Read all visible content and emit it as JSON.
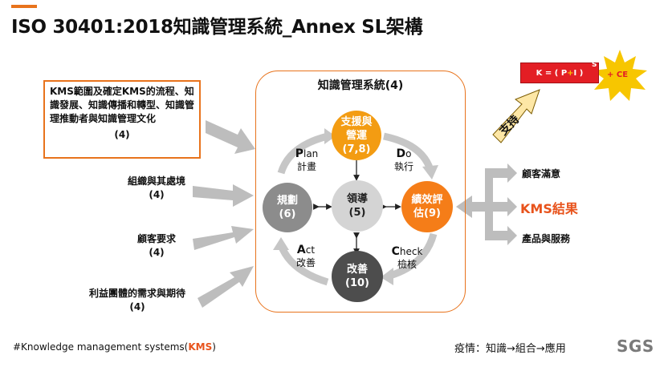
{
  "title": "ISO 30401:2018知識管理系統_Annex SL架構",
  "inputs": {
    "box_text": "KMS範圍及確定KMS的流程、知識發展、知識傳播和轉型、知識管理推動者與知識管理文化",
    "box_num": "(4)",
    "items": [
      {
        "label": "組織與其處境",
        "num": "(4)"
      },
      {
        "label": "顧客要求",
        "num": "(4)"
      },
      {
        "label": "利益團體的需求與期待",
        "num": "(4)"
      }
    ]
  },
  "system": {
    "title": "知識管理系統(4)",
    "support": {
      "line1": "支援與",
      "line2": "營運",
      "num": "(7,8)"
    },
    "planning": {
      "label": "規劃",
      "num": "(6)"
    },
    "leadership": {
      "label": "領導",
      "num": "(5)"
    },
    "evaluation": {
      "line1": "績效評",
      "line2": "估(9)"
    },
    "improvement": {
      "label": "改善",
      "num": "(10)"
    },
    "pdca": {
      "plan_initial": "P",
      "plan_rest": "lan",
      "plan_zh": "計畫",
      "do_initial": "D",
      "do_rest": "o",
      "do_zh": "執行",
      "check_initial": "C",
      "check_rest": "heck",
      "check_zh": "檢核",
      "act_initial": "A",
      "act_rest": "ct",
      "act_zh": "改善"
    }
  },
  "outputs": {
    "customer_satisfaction": "顧客滿意",
    "kms_result": "KMS結果",
    "products_services": "產品與服務"
  },
  "support_label": "支持",
  "formula": {
    "k": "K = ( P ",
    "plus": "+",
    "i": " I )",
    "sup": "S",
    "ce": "+ CE"
  },
  "footer": {
    "note_prefix": "#Knowledge management systems(",
    "note_kms": "KMS",
    "note_suffix": ")",
    "pandemic": "疫情：知識→組合→應用",
    "logo": "SGS"
  },
  "colors": {
    "accent": "#e8731c",
    "red": "#e31e24",
    "starburst": "#f7c600"
  }
}
